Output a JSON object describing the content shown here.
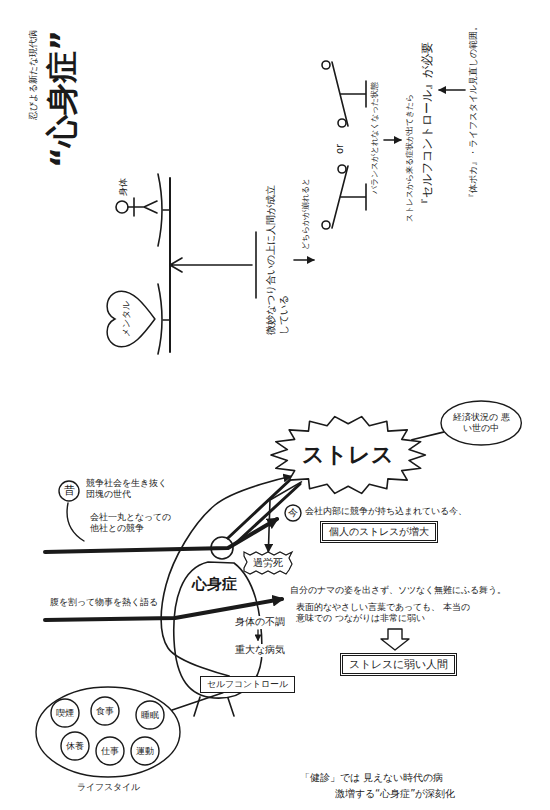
{
  "diagram": {
    "title": "“心身症”",
    "caption": "「健診」では 見えない時代の病",
    "nodes": [
      {
        "text": [
          "メンタル"
        ]
      },
      {
        "text": [
          "ストレス"
        ]
      },
      {
        "text": [
          "経済状況の 悪い世の中"
        ]
      },
      {
        "text": [
          "昔"
        ]
      },
      {
        "text": [
          "今"
        ]
      },
      {
        "text": [
          "個人のストレスが増大"
        ]
      },
      {
        "text": [
          "過労死"
        ]
      },
      {
        "text": [
          "ストレスに弱い人間"
        ]
      },
      {
        "text": [
          "セルフコントロール"
        ]
      },
      {
        "text": [
          "ライフスタイル"
        ]
      },
      {
        "text": [
          "喫煙"
        ],
        "in": 9
      },
      {
        "text": [
          "食事"
        ],
        "in": 9
      },
      {
        "text": [
          "睡眠"
        ],
        "in": 9
      },
      {
        "text": [
          "休養"
        ],
        "in": 9
      },
      {
        "text": [
          "仕事"
        ],
        "in": 9
      },
      {
        "text": [
          "運動"
        ],
        "in": 9
      }
    ],
    "edges": [
      {
        "from": 8,
        "to": 1,
        "arrow": "to"
      },
      {
        "from": 1,
        "to": 6,
        "arrow": "to"
      },
      {
        "from": 2,
        "to": 1,
        "arrow": "none"
      },
      {
        "from": 9,
        "to": 8,
        "arrow": "none"
      }
    ],
    "labels": [
      "忍びよる新たな現代病",
      "身体",
      "微妙なつり合いの上に人間が成立している",
      "どちらかが崩れると",
      "or",
      "バランスがとれなくなった状態",
      "ストレスから来る症状が出てきたら",
      "『セルフコントロール』が必要",
      "『体ポカ』・ライフスタイル見直しの範囲。",
      "競争社会を生き抜く 団塊の世代",
      "会社一丸となっての 他社との競争",
      "会社内部に競争が持ち込まれている今、",
      "腹を割って物事を熱く語る",
      "心身症",
      "身体の不調",
      "重大な病気",
      "自分のナマの姿を出さず、ソツなく無難にふる舞う。",
      "表面的なやさしい言葉であっても、 本当の意味での つながりは非常に弱い",
      "激増する“心身症”が深刻化"
    ]
  }
}
